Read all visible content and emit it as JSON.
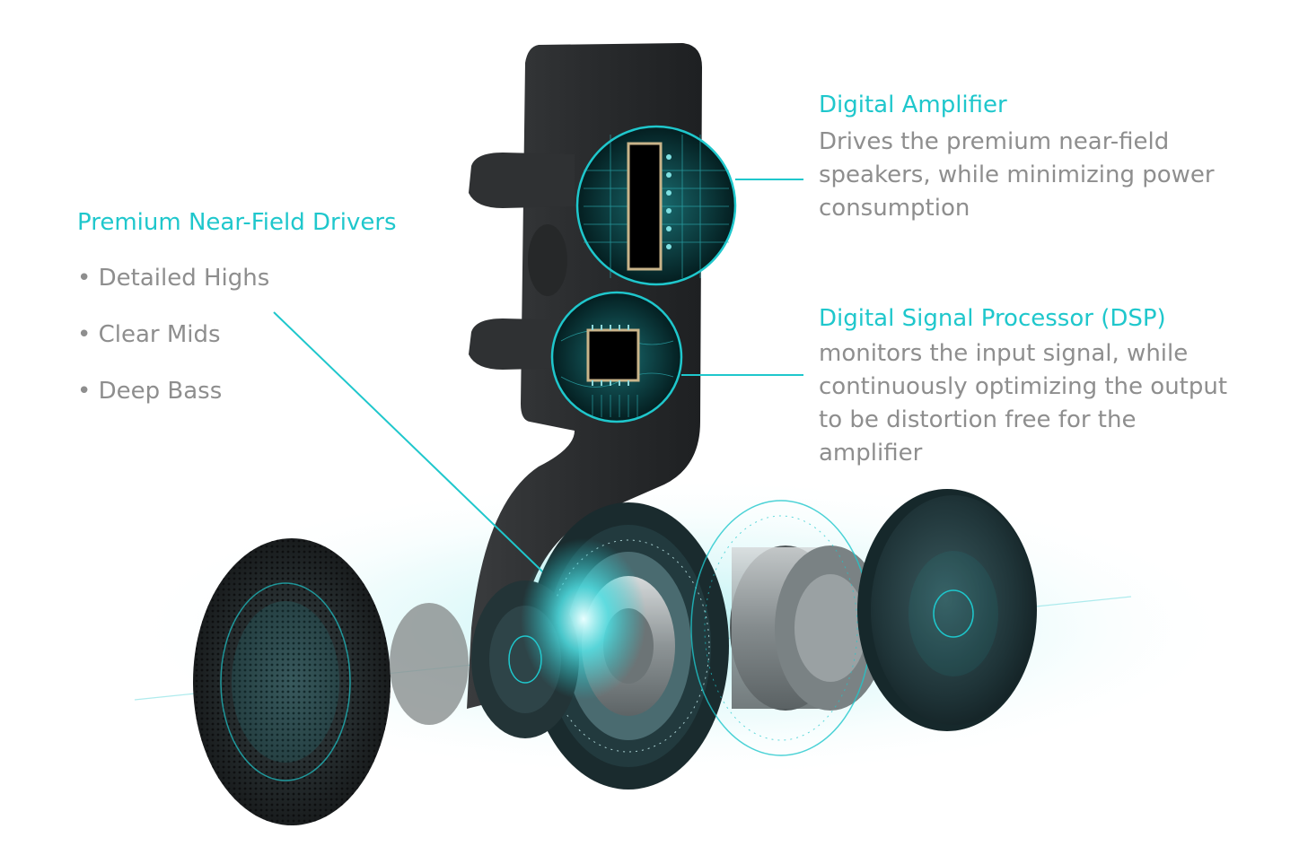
{
  "drivers": {
    "title": "Premium Near-Field Drivers",
    "bullets": [
      "Detailed Highs",
      "Clear Mids",
      "Deep Bass"
    ]
  },
  "amplifier": {
    "title": "Digital Amplifier",
    "description": "Drives the premium near-field speakers, while minimizing power consumption"
  },
  "dsp": {
    "title": "Digital Signal Processor (DSP)",
    "description": "monitors the input signal, while continuously optimizing the output to be distortion free for the amplifier"
  },
  "colors": {
    "accent": "#1fc7cc",
    "body_text": "#8e8e8e",
    "device_body": "#2b2d2f",
    "driver_ring": "#23393d",
    "background": "#ffffff"
  },
  "illustration": {
    "subject": "exploded view of headphone-clip speaker with grille, drivers, amplifier and DSP chips"
  }
}
